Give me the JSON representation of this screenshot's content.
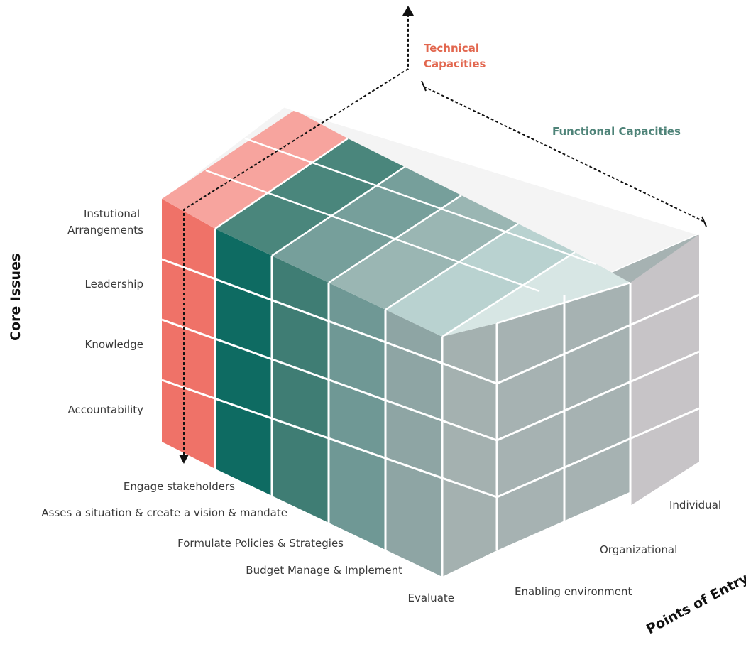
{
  "axes": {
    "technical": {
      "line1": "Technical",
      "line2": "Capacities",
      "color": "#e2674f"
    },
    "functional": {
      "label": "Functional Capacities",
      "color": "#4e8378"
    },
    "core": {
      "label": "Core Issues"
    },
    "entry": {
      "label": "Points of Entry"
    }
  },
  "core_issues": [
    {
      "lines": [
        "Instutional",
        "Arrangements"
      ]
    },
    {
      "lines": [
        "Leadership"
      ]
    },
    {
      "lines": [
        "Knowledge"
      ]
    },
    {
      "lines": [
        "Accountability"
      ]
    }
  ],
  "functional_steps": [
    "Engage stakeholders",
    "Asses a situation & create a  vision & mandate",
    "Formulate Policies & Strategies",
    "Budget Manage & Implement",
    "Evaluate"
  ],
  "entry_points": [
    "Individual",
    "Organizational",
    "Enabling environment"
  ],
  "palette": {
    "salmon_front": "#ef7268",
    "salmon_top": "#f7a49e",
    "columns_front": [
      "#0e6b62",
      "#3f7d74",
      "#6f9895",
      "#8ea5a4",
      "#a4b1b0"
    ],
    "columns_top": [
      "#4a867c",
      "#769f9b",
      "#9ab6b3",
      "#b9d2d0",
      "#d7e6e4"
    ],
    "right_face": "#a6b2b2",
    "right_face_back": "#c7c4c7",
    "top_back": "#f4f4f4"
  }
}
